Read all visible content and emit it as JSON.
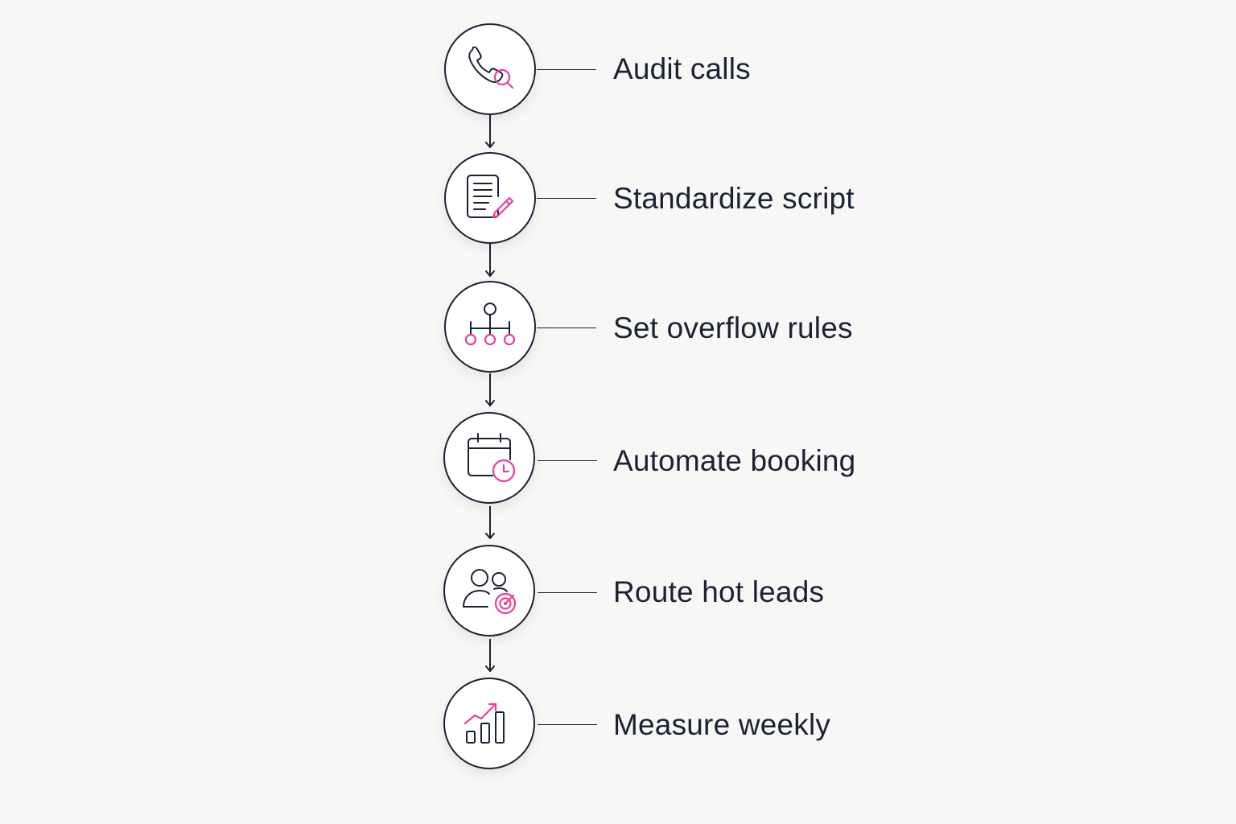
{
  "steps": [
    {
      "label": "Audit calls",
      "icon": "phone-search-icon"
    },
    {
      "label": "Standardize script",
      "icon": "document-edit-icon"
    },
    {
      "label": "Set overflow rules",
      "icon": "hierarchy-icon"
    },
    {
      "label": "Automate booking",
      "icon": "calendar-clock-icon"
    },
    {
      "label": "Route hot leads",
      "icon": "users-target-icon"
    },
    {
      "label": "Measure weekly",
      "icon": "bar-chart-trend-icon"
    }
  ],
  "colors": {
    "background": "#f8f7f6",
    "ink": "#1a2233",
    "accent": "#e83e9e"
  }
}
